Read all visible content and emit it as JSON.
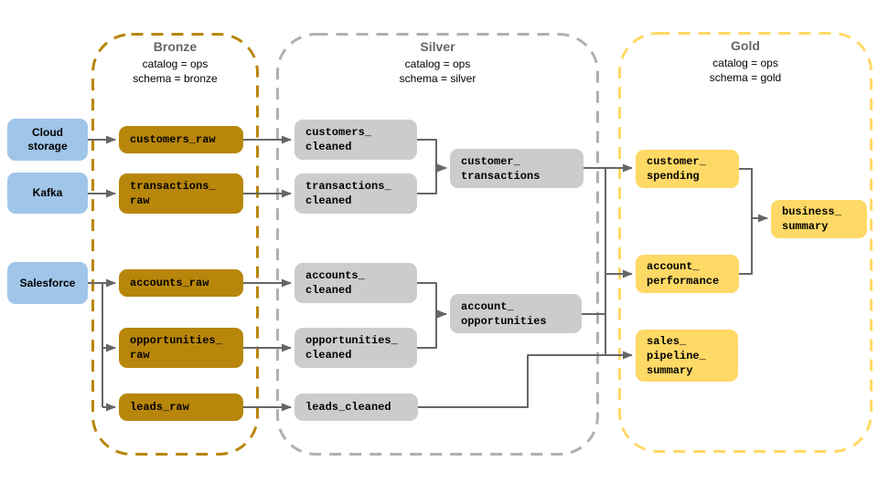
{
  "diagram": {
    "zones": {
      "bronze": {
        "title": "Bronze",
        "catalog": "catalog = ops",
        "schema": "schema = bronze",
        "border_color": "#B8860B"
      },
      "silver": {
        "title": "Silver",
        "catalog": "catalog = ops",
        "schema": "schema = silver",
        "border_color": "#B0B0B0"
      },
      "gold": {
        "title": "Gold",
        "catalog": "catalog = ops",
        "schema": "schema = gold",
        "border_color": "#FFD966"
      }
    },
    "sources": {
      "cloud_storage": {
        "label": "Cloud\nstorage"
      },
      "kafka": {
        "label": "Kafka"
      },
      "salesforce": {
        "label": "Salesforce"
      }
    },
    "tables": {
      "customers_raw": {
        "zone": "bronze",
        "label": "customers_raw"
      },
      "transactions_raw": {
        "zone": "bronze",
        "label": "transactions_\nraw"
      },
      "accounts_raw": {
        "zone": "bronze",
        "label": "accounts_raw"
      },
      "opportunities_raw": {
        "zone": "bronze",
        "label": "opportunities_\nraw"
      },
      "leads_raw": {
        "zone": "bronze",
        "label": "leads_raw"
      },
      "customers_cleaned": {
        "zone": "silver",
        "label": "customers_\ncleaned"
      },
      "transactions_cleaned": {
        "zone": "silver",
        "label": "transactions_\ncleaned"
      },
      "customer_transactions": {
        "zone": "silver",
        "label": "customer_\ntransactions"
      },
      "accounts_cleaned": {
        "zone": "silver",
        "label": "accounts_\ncleaned"
      },
      "opportunities_cleaned": {
        "zone": "silver",
        "label": "opportunities_\ncleaned"
      },
      "account_opportunities": {
        "zone": "silver",
        "label": "account_\nopportunities"
      },
      "leads_cleaned": {
        "zone": "silver",
        "label": "leads_cleaned"
      },
      "customer_spending": {
        "zone": "gold",
        "label": "customer_\nspending"
      },
      "account_performance": {
        "zone": "gold",
        "label": "account_\nperformance"
      },
      "sales_pipeline_summary": {
        "zone": "gold",
        "label": "sales_\npipeline_\nsummary"
      },
      "business_summary": {
        "zone": "gold",
        "label": "business_\nsummary"
      }
    },
    "edges": [
      {
        "from": "cloud_storage",
        "to": "customers_raw"
      },
      {
        "from": "kafka",
        "to": "transactions_raw"
      },
      {
        "from": "salesforce",
        "to": "accounts_raw"
      },
      {
        "from": "salesforce",
        "to": "opportunities_raw"
      },
      {
        "from": "salesforce",
        "to": "leads_raw"
      },
      {
        "from": "customers_raw",
        "to": "customers_cleaned"
      },
      {
        "from": "transactions_raw",
        "to": "transactions_cleaned"
      },
      {
        "from": "accounts_raw",
        "to": "accounts_cleaned"
      },
      {
        "from": "opportunities_raw",
        "to": "opportunities_cleaned"
      },
      {
        "from": "leads_raw",
        "to": "leads_cleaned"
      },
      {
        "from": "customers_cleaned",
        "to": "customer_transactions"
      },
      {
        "from": "transactions_cleaned",
        "to": "customer_transactions"
      },
      {
        "from": "accounts_cleaned",
        "to": "account_opportunities"
      },
      {
        "from": "opportunities_cleaned",
        "to": "account_opportunities"
      },
      {
        "from": "customer_transactions",
        "to": "gold-trunk"
      },
      {
        "from": "account_opportunities",
        "to": "gold-trunk"
      },
      {
        "from": "gold-trunk",
        "to": "customer_spending"
      },
      {
        "from": "gold-trunk",
        "to": "account_performance"
      },
      {
        "from": "gold-trunk",
        "to": "sales_pipeline_summary"
      },
      {
        "from": "leads_cleaned",
        "to": "sales_pipeline_summary"
      },
      {
        "from": "customer_spending",
        "to": "business_summary"
      },
      {
        "from": "account_performance",
        "to": "business_summary"
      }
    ],
    "colors": {
      "source_fill": "#9FC5E8",
      "bronze_table_fill": "#B8860B",
      "silver_table_fill": "#CCCCCC",
      "gold_table_fill": "#FFD966",
      "connector": "#666666",
      "zone_title_text": "#666666",
      "table_text": "#000000"
    }
  }
}
